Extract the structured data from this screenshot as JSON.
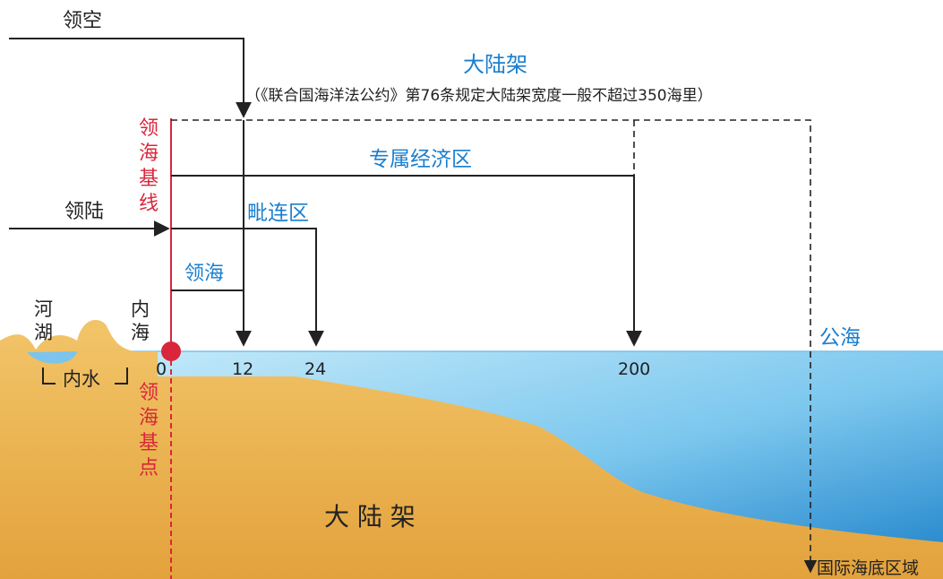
{
  "labels": {
    "airspace": "领空",
    "land_territory": "领陆",
    "shelf_title": "大陆架",
    "shelf_note": "（《联合国海洋法公约》第76条规定大陆架宽度一般不超过350海里）",
    "baseline_chars": [
      "领",
      "海",
      "基",
      "线"
    ],
    "eez": "专属经济区",
    "contiguous_zone": "毗连区",
    "territorial_sea": "领海",
    "rivers_lakes_chars": [
      "河",
      "湖"
    ],
    "inland_sea_chars": [
      "内",
      "海"
    ],
    "internal_waters": "内水",
    "base_point_chars": [
      "领",
      "海",
      "基",
      "点"
    ],
    "high_seas": "公海",
    "seabed_area": "国际海底区域",
    "shelf_bottom": "大 陆 架"
  },
  "ticks": [
    "0",
    "12",
    "24",
    "200"
  ],
  "colors": {
    "blue_text": "#1a7fcf",
    "red": "#d9263b",
    "sea_top": "#bfe6f7",
    "sea_deep": "#1f86cc",
    "land": "#e9b24e",
    "line": "#222222"
  }
}
